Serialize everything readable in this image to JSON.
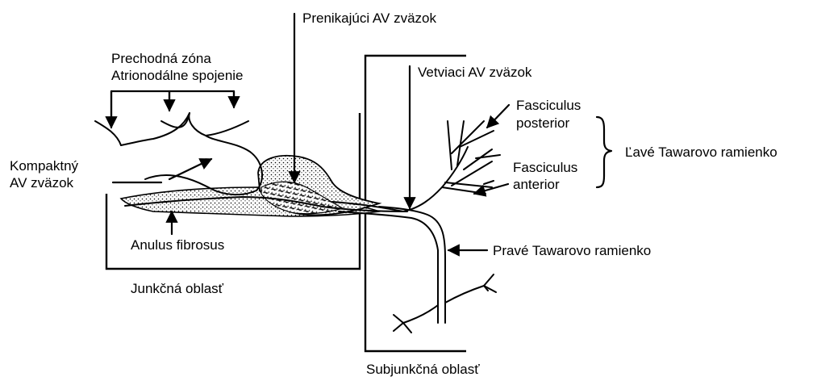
{
  "labels": {
    "prenikajuci": "Prenikajúci AV zväzok",
    "prechodna_zona": "Prechodná zóna",
    "atrionodalne": "Atrionodálne spojenie",
    "vetviaci": "Vetviaci AV zväzok",
    "fasciculus_posterior_1": "Fasciculus",
    "fasciculus_posterior_2": "posterior",
    "lave_ramienko": "Ľavé Tawarovo ramienko",
    "fasciculus_anterior_1": "Fasciculus",
    "fasciculus_anterior_2": "anterior",
    "kompaktny_1": "Kompaktný",
    "kompaktny_2": "AV zväzok",
    "anulus": "Anulus fibrosus",
    "prave_ramienko": "Pravé Tawarovo ramienko",
    "junkcna": "Junkčná oblasť",
    "subjunkcna": "Subjunkčná oblasť"
  },
  "colors": {
    "ink": "#000000",
    "background": "#ffffff"
  }
}
